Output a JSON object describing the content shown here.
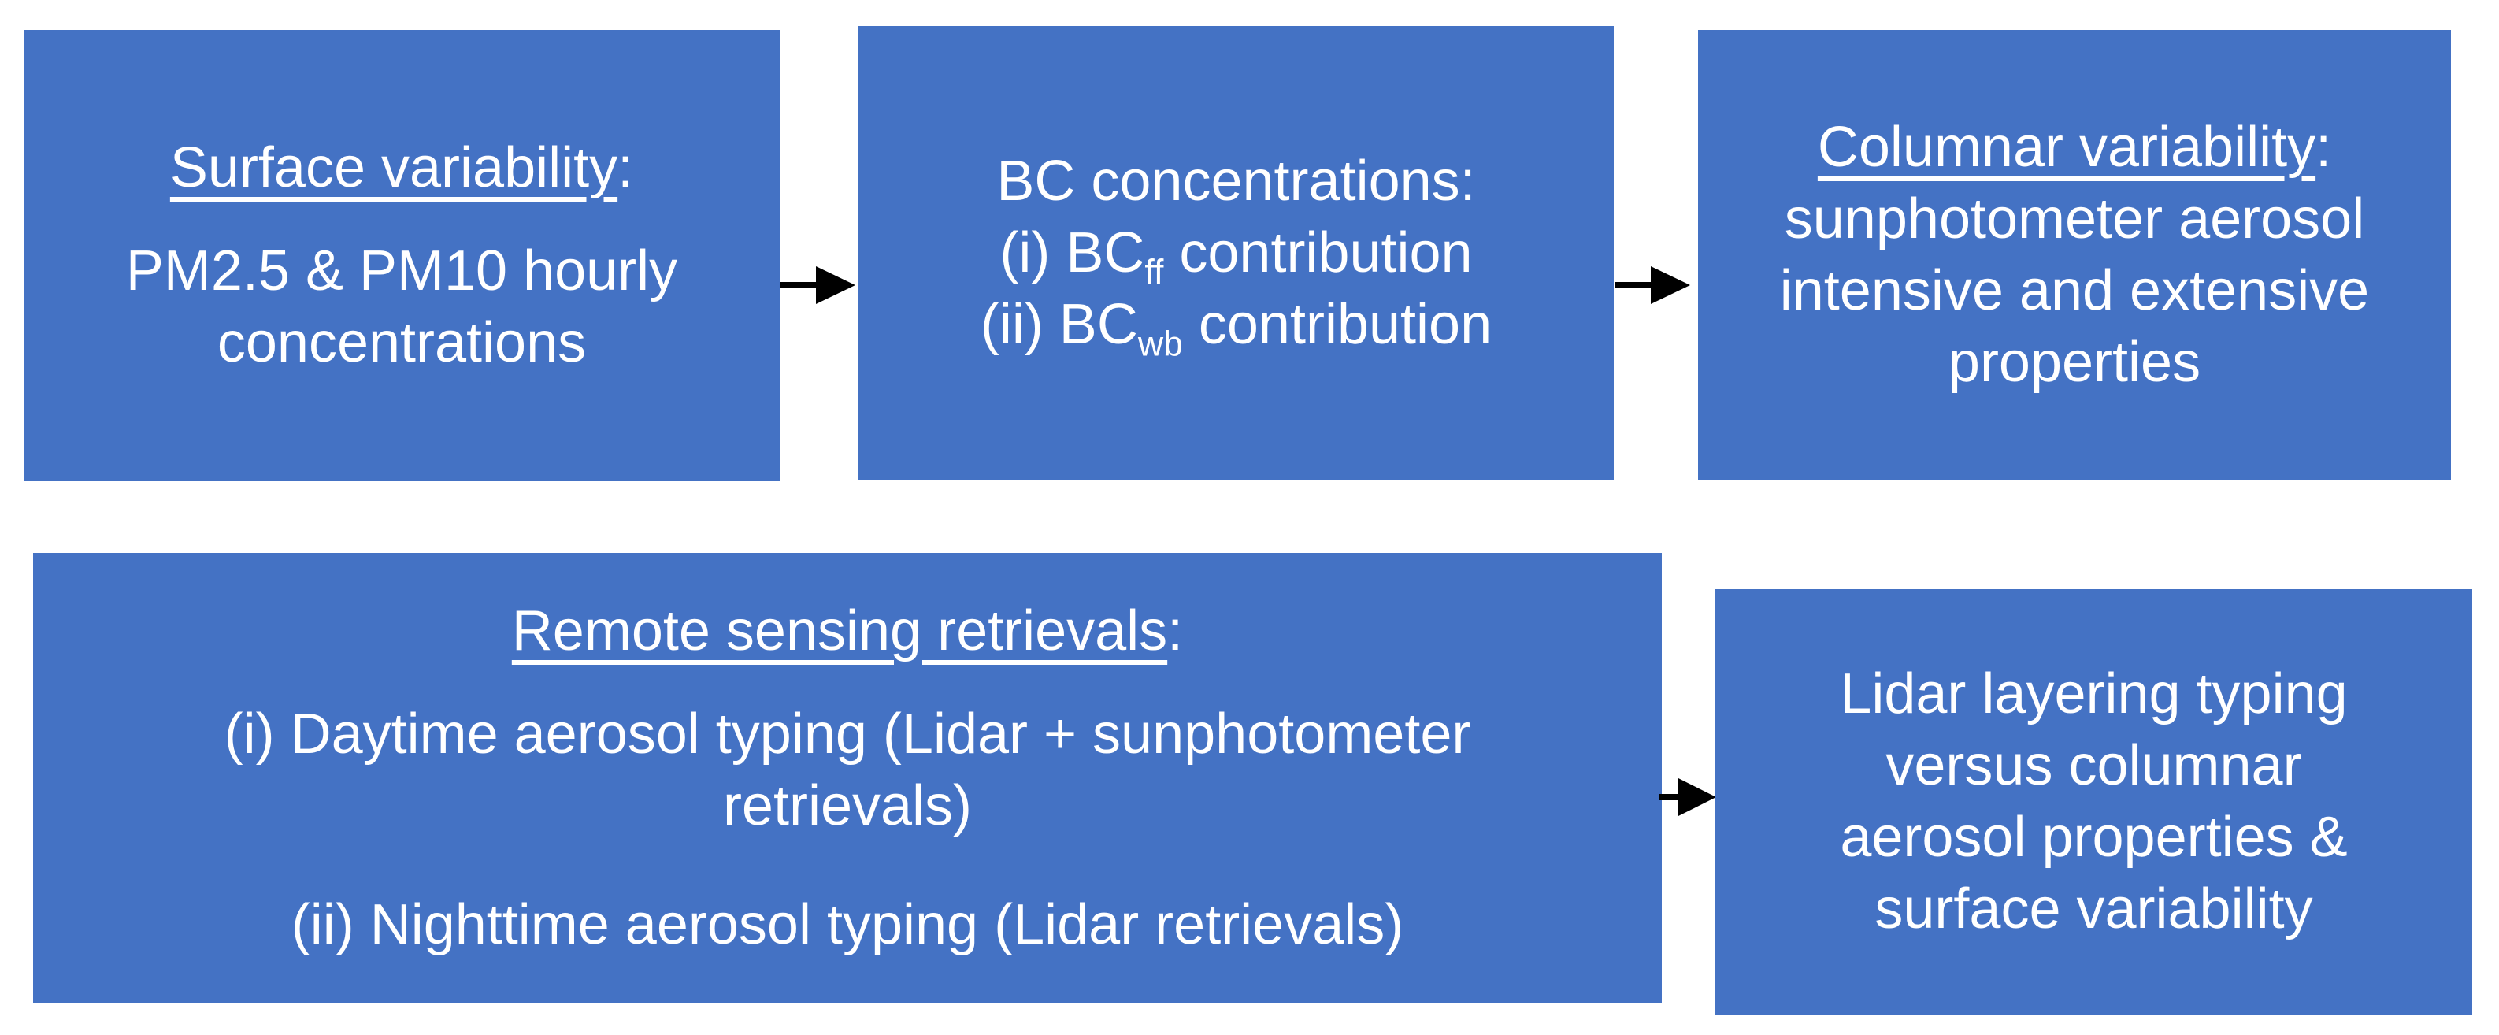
{
  "colors": {
    "box_fill": "#4472C4",
    "text": "#FFFFFF",
    "arrow": "#000000",
    "background": "#FFFFFF"
  },
  "diagram": {
    "boxes": {
      "surface": {
        "heading": "Surface variability",
        "heading_colon": ":",
        "body_lines": [
          "PM2.5 & PM10 hourly",
          "concentrations"
        ]
      },
      "bc": {
        "heading": "BC concentrations:",
        "items": [
          {
            "prefix": "(i) BC",
            "sub": "ff",
            "suffix": " contribution"
          },
          {
            "prefix": "(ii) BC",
            "sub": "wb",
            "suffix": " contribution"
          }
        ]
      },
      "columnar": {
        "heading": "Columnar variability",
        "heading_colon": ":",
        "body_lines": [
          "sunphotometer aerosol",
          "intensive and extensive",
          "properties"
        ]
      },
      "remote": {
        "heading": "Remote sensing retrievals",
        "heading_colon": ":",
        "items": [
          {
            "lines": [
              "(i) Daytime aerosol typing (Lidar + sunphotometer",
              "retrievals)"
            ]
          },
          {
            "lines": [
              "(ii) Nighttime aerosol typing (Lidar retrievals)"
            ]
          }
        ]
      },
      "lidar": {
        "body_lines": [
          "Lidar layering typing",
          "versus columnar",
          "aerosol properties &",
          "surface variability"
        ]
      }
    },
    "arrows": [
      {
        "name": "arrow-1",
        "direction": "right",
        "connects": "surface -> bc"
      },
      {
        "name": "arrow-2",
        "direction": "right",
        "connects": "bc -> columnar"
      },
      {
        "name": "arrow-3",
        "direction": "right",
        "connects": "remote -> lidar"
      }
    ]
  }
}
